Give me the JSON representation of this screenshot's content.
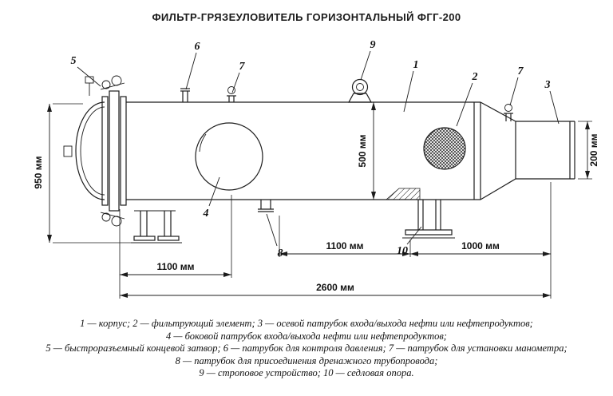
{
  "title": "ФИЛЬТР-ГРЯЗЕУЛОВИТЕЛЬ ГОРИЗОНТАЛЬНЫЙ ФГГ-200",
  "dims": {
    "d950": "950 мм",
    "d500": "500 мм",
    "d200": "200 мм",
    "d1100a": "1100 мм",
    "d1000": "1000 мм",
    "d1100b": "1100 мм",
    "d2600": "2600 мм"
  },
  "callouts": {
    "c1": "1",
    "c2": "2",
    "c3": "3",
    "c4": "4",
    "c5": "5",
    "c6": "6",
    "c7a": "7",
    "c7b": "7",
    "c8": "8",
    "c9": "9",
    "c10": "10"
  },
  "legend": {
    "line1": "1 — корпус; 2 — фильтрующий элемент; 3 — осевой патрубок входа/выхода нефти или нефтепродуктов;",
    "line2": "4 — боковой патрубок входа/выхода нефти или нефтепродуктов;",
    "line3": "5 — быстроразъемный концевой затвор; 6 — патрубок для контроля давления; 7 — патрубок для установки манометра;",
    "line4": "8 — патрубок для присоединения дренажного трубопровода;",
    "line5": "9 — строповое устройство; 10 — седловая опора."
  },
  "colors": {
    "line": "#1c1c1c",
    "background": "#ffffff"
  }
}
